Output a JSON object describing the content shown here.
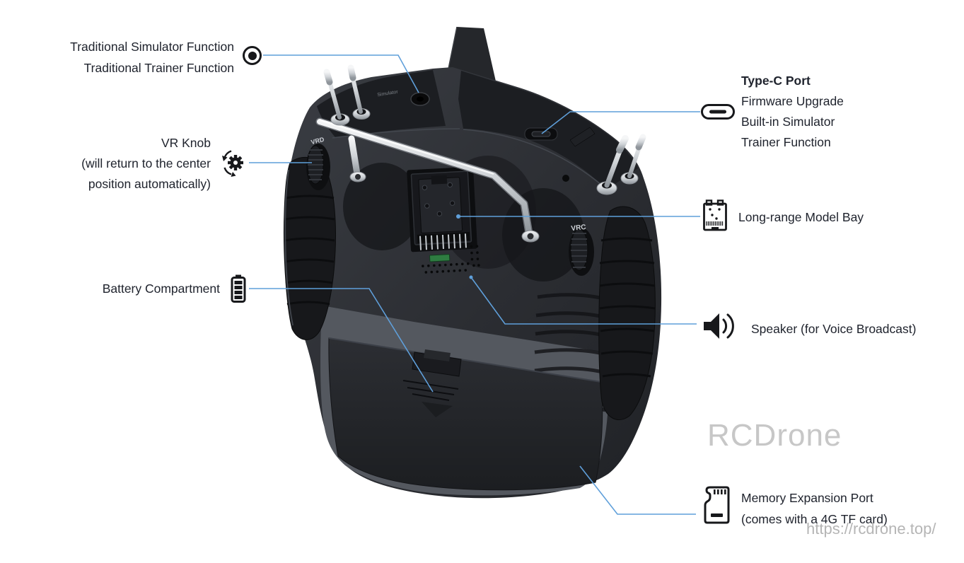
{
  "watermark": {
    "brand": "RCDrone",
    "url": "https://rcdrone.top/"
  },
  "colors": {
    "callout_line": "#5f9fda",
    "label_text": "#20242e",
    "watermark_gray": "#c7c7c7"
  },
  "callouts": {
    "trainer_jack": {
      "line1": "Traditional Simulator Function",
      "line2": "Traditional Trainer Function",
      "icon": "audio-jack-icon"
    },
    "vr_knob": {
      "line1": "VR Knob",
      "line2": "(will return to the center",
      "line3": "position automatically)",
      "icon": "auto-center-gear-icon"
    },
    "battery": {
      "label": "Battery Compartment",
      "icon": "battery-icon"
    },
    "type_c_port": {
      "title": "Type-C Port",
      "line1": "Firmware Upgrade",
      "line2": "Built-in Simulator",
      "line3": "Trainer Function",
      "icon": "usb-c-port-icon"
    },
    "model_bay": {
      "label": "Long-range Model Bay",
      "icon": "module-bay-icon"
    },
    "speaker": {
      "label": "Speaker (for Voice Broadcast)",
      "icon": "speaker-icon"
    },
    "memory_port": {
      "line1": "Memory Expansion Port",
      "line2": "(comes with a 4G TF card)",
      "icon": "sd-card-icon"
    }
  },
  "device": {
    "left_dial_label": "VRD",
    "right_dial_label": "VRC",
    "jack_label": "Simulator"
  }
}
